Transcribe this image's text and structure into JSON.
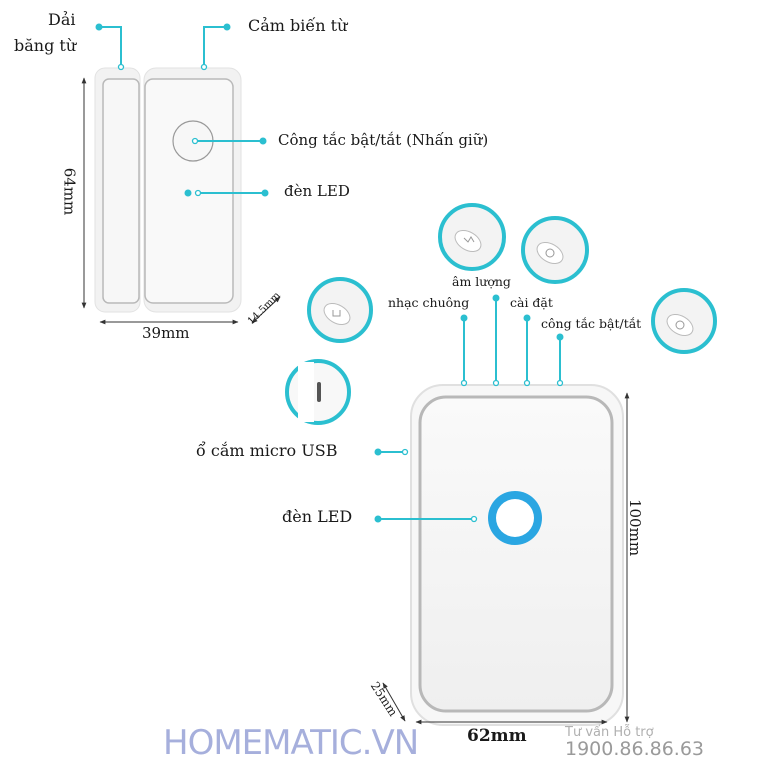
{
  "colors": {
    "accent": "#2bbfd0",
    "led_ring": "#2aa6e2",
    "watermark": "#a6afdc",
    "watermark_phone": "#9a9a9a"
  },
  "sensor": {
    "label_magnet": [
      "Dải",
      "băng từ"
    ],
    "label_sensor": "Cảm biến từ",
    "label_switch": "Công tắc bật/tắt (Nhấn giữ)",
    "label_led": "đèn LED",
    "height": "64mm",
    "width": "39mm",
    "depth": "14.5mm"
  },
  "doorbell": {
    "label_volume": "âm lượng",
    "label_ringtone": "nhạc chuông",
    "label_settings": "cài đặt",
    "label_power": "công tắc bật/tắt",
    "label_usb": "ổ cắm micro USB",
    "label_led": "đèn LED",
    "height": "100mm",
    "width": "62mm",
    "depth": "25mm"
  },
  "watermark": {
    "brand": "HOMEMATIC.VN",
    "support": "Tư vấn Hỗ trợ",
    "phone": "1900.86.86.63"
  }
}
